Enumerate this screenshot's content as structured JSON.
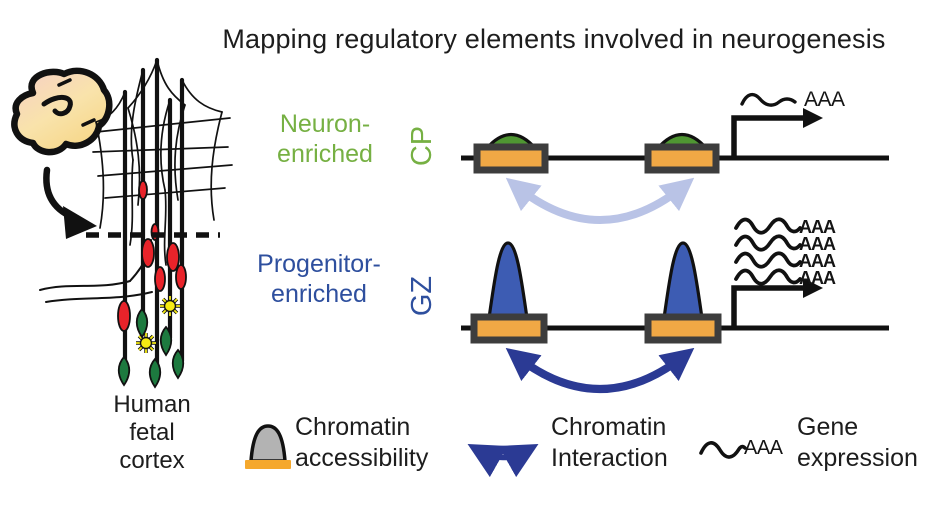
{
  "title": "Mapping regulatory elements involved in neurogenesis",
  "left_panel": {
    "caption_lines": [
      "Human",
      "fetal",
      "cortex"
    ]
  },
  "rows": [
    {
      "zone": "CP",
      "enrichment_lines": [
        "Neuron-",
        "enriched"
      ],
      "accessibility_peaks": "small",
      "interaction_strength": "weak",
      "transcript_polya": [
        "AAA"
      ]
    },
    {
      "zone": "GZ",
      "enrichment_lines": [
        "Progenitor-",
        "enriched"
      ],
      "accessibility_peaks": "large",
      "interaction_strength": "strong",
      "transcript_polya": [
        "AAA",
        "AAA",
        "AAA",
        "AAA"
      ]
    }
  ],
  "legend": {
    "items": [
      {
        "icon": "chromatin-accessibility-icon",
        "label_lines": [
          "Chromatin",
          "accessibility"
        ]
      },
      {
        "icon": "chromatin-interaction-icon",
        "label_lines": [
          "Chromatin",
          "Interaction"
        ]
      },
      {
        "icon": "gene-expression-icon",
        "label_lines": [
          "Gene",
          "expression"
        ],
        "polya": "AAA"
      }
    ]
  },
  "colors": {
    "neuron_green_text": "#76b043",
    "progenitor_blue_text": "#2e4f9e",
    "interaction_navy": "#2b3a94",
    "interaction_light_blue": "#b9c3e6",
    "regulatory_element_orange": "#f0a845",
    "peak_green_fill": "#4f9732",
    "peak_blue_fill": "#3d5cb3",
    "accessibility_gray": "#b3b3b3",
    "neuron_soma_red": "#e8232a",
    "progenitor_soma_green": "#1d7a3f",
    "cell_yellow": "#f7ec13",
    "brain_cream": "#f8dca0"
  }
}
